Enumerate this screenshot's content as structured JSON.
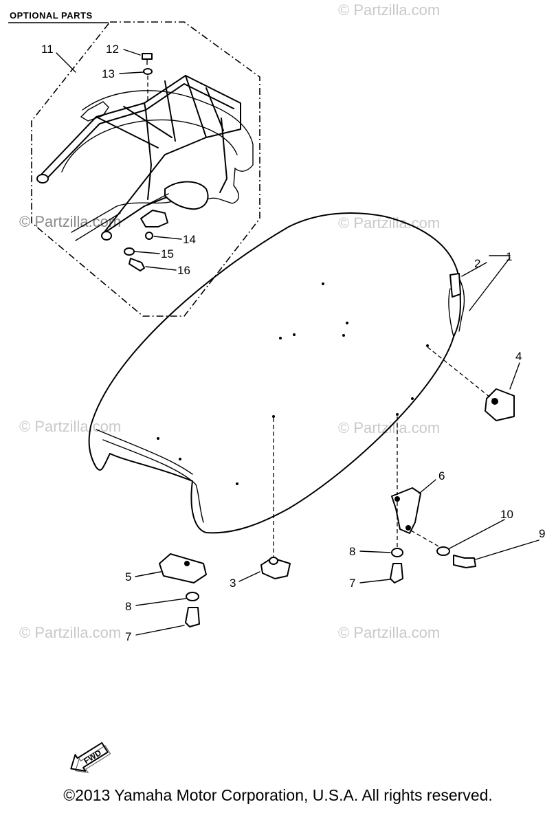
{
  "header": {
    "optional_parts_label": "OPTIONAL PARTS"
  },
  "watermark": "© Partzilla.com",
  "fwd_label": "FWD",
  "footer": {
    "copyright": "©2013  Yamaha Motor Corporation, U.S.A. All rights reserved."
  },
  "callouts": {
    "c1": "1",
    "c2": "2",
    "c3": "3",
    "c4": "4",
    "c5": "5",
    "c6": "6",
    "c7a": "7",
    "c7b": "7",
    "c8a": "8",
    "c8b": "8",
    "c9": "9",
    "c10": "10",
    "c11": "11",
    "c12": "12",
    "c13": "13",
    "c14": "14",
    "c15": "15",
    "c16": "16"
  }
}
